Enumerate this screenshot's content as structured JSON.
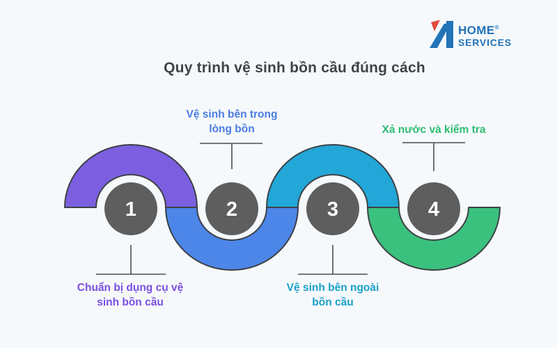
{
  "title": "Quy trình vệ sinh bồn cầu đúng cách",
  "logo": {
    "home": "HOME",
    "registered": "®",
    "services": "SERVICES",
    "text_color": "#2273b8",
    "icon_blue": "#2273b8",
    "icon_red": "#e14b3f"
  },
  "colors": {
    "background": "#f6f9fc",
    "title": "#3f4347",
    "circle": "#5e5e5e",
    "number": "#ffffff",
    "outline": "#3d4146",
    "connector": "#4b4e52"
  },
  "steps": [
    {
      "number": "1",
      "label": "Chuẩn bị dụng cụ vệ sinh bồn cầu",
      "label_line1": "Chuẩn bị dụng cụ vệ",
      "label_line2": "sinh bồn cầu",
      "label_color": "#7a4fe0",
      "arc_color": "#7b5fe0",
      "arc_side": "top",
      "label_side": "bottom"
    },
    {
      "number": "2",
      "label": "Vệ sinh bên trong lòng bồn",
      "label_line1": "Vệ sinh bên trong",
      "label_line2": "lòng bồn",
      "label_color": "#4a7ce2",
      "arc_color": "#4c86e8",
      "arc_side": "bottom",
      "label_side": "top"
    },
    {
      "number": "3",
      "label": "Vệ sinh bên ngoài bồn cầu",
      "label_line1": "Vệ sinh bên ngoài",
      "label_line2": "bồn cầu",
      "label_color": "#1a9fc8",
      "arc_color": "#22a7d8",
      "arc_side": "top",
      "label_side": "bottom"
    },
    {
      "number": "4",
      "label": "Xả nước và kiểm tra",
      "label_line1": "Xả nước và kiểm tra",
      "label_line2": "",
      "label_color": "#2ebd72",
      "arc_color": "#3bc17e",
      "arc_side": "bottom",
      "label_side": "top"
    }
  ]
}
